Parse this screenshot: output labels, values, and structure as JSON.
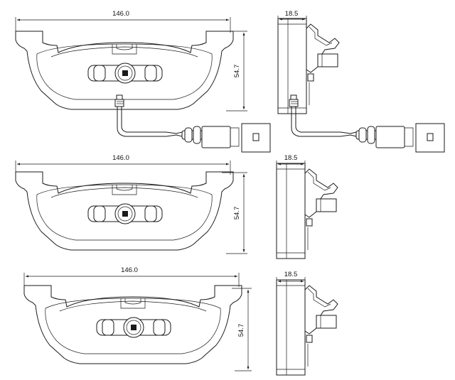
{
  "pads": [
    {
      "width_label": "146.0",
      "height_label": "54.7",
      "thickness_label": "18.5",
      "has_sensor": true
    },
    {
      "width_label": "146.0",
      "height_label": "54.7",
      "thickness_label": "18.5",
      "has_sensor": false
    },
    {
      "width_label": "146.0",
      "height_label": "54.7",
      "thickness_label": "18.5",
      "has_sensor": false
    }
  ]
}
